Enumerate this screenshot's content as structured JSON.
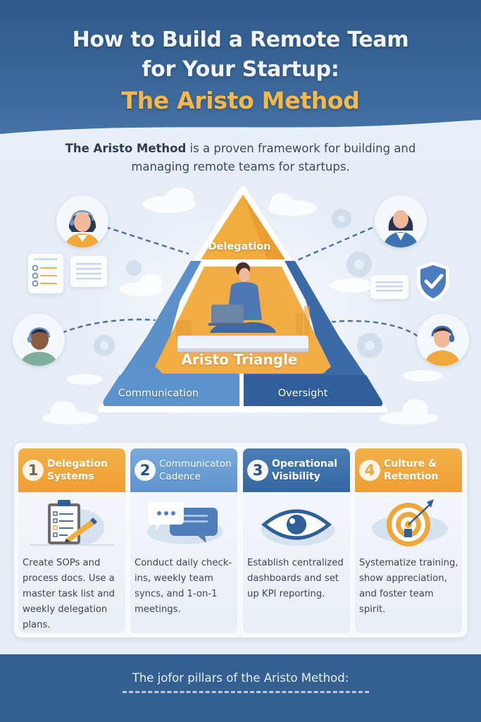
{
  "header": {
    "title_line1": "How to Build a Remote Team",
    "title_line2": "for Your Startup:",
    "title_accent": "The Aristo Method",
    "background_color": "#335f8e",
    "accent_color": "#f5b84a"
  },
  "intro": {
    "bold": "The Aristo Method",
    "rest": " is a proven framework for building and managing remote teams for startups."
  },
  "triangle": {
    "top_label": "Delegation",
    "center_label": "Aristo Triangle",
    "left_label": "Communication",
    "right_label": "Oversight",
    "colors": {
      "orange": "#f0a93a",
      "light_blue": "#5b90c9",
      "dark_blue": "#2f5f99"
    }
  },
  "side_icons": {
    "left": [
      "headset-woman-avatar",
      "checklist-card",
      "chat-bubble",
      "headset-man-avatar"
    ],
    "right": [
      "businesswoman-avatar",
      "gear",
      "shield-check",
      "chat-bubble",
      "headset-man-avatar"
    ]
  },
  "pillars": [
    {
      "number": "1",
      "title_line1": "Delegation",
      "title_line2": "Systems",
      "icon": "clipboard-pencil",
      "color": "#f0a63a",
      "text": "Create SOPs and process docs. Use a master task list and weekly delegation plans."
    },
    {
      "number": "2",
      "title_line1": "Communicaton",
      "title_line2": "Cadence",
      "icon": "chat-bubbles",
      "color": "#6b9ed4",
      "text": "Conduct daily check-ins, weekly team syncs, and 1-on-1 meetings."
    },
    {
      "number": "3",
      "title_line1": "Operational",
      "title_line2": "Visibility",
      "icon": "eye",
      "color": "#3d6fa8",
      "text": "Establish centralized dashboards and set up KPI reporting."
    },
    {
      "number": "4",
      "title_line1": "Culture &",
      "title_line2": "Retention",
      "icon": "target-arrow",
      "color": "#f0a63a",
      "text": "Systematize training, show appreciation, and foster team spirit."
    }
  ],
  "footer": {
    "text": "The jofor pillars of the Aristo Method:"
  }
}
